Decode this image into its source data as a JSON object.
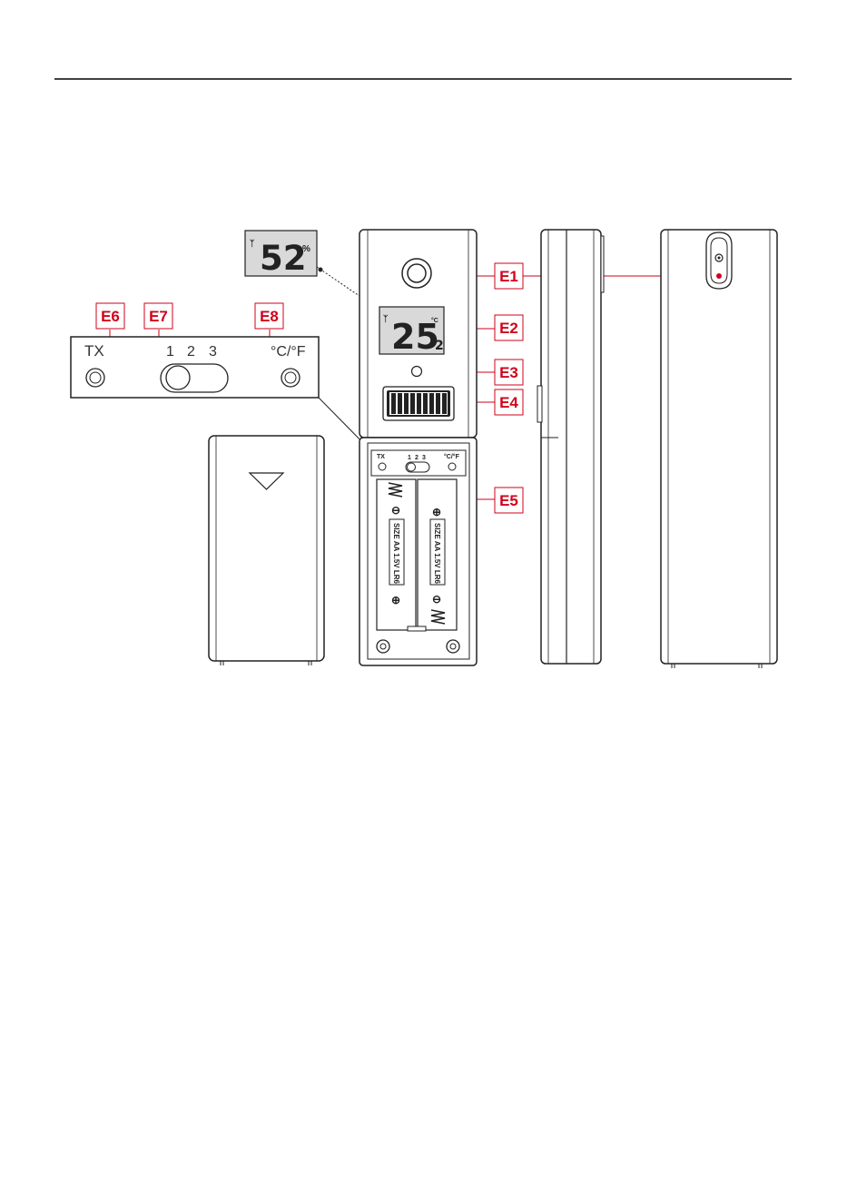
{
  "labels": {
    "e1": "E1",
    "e2": "E2",
    "e3": "E3",
    "e4": "E4",
    "e5": "E5",
    "e6": "E6",
    "e7": "E7",
    "e8": "E8"
  },
  "humidity_display": {
    "value": "52",
    "unit": "%"
  },
  "temp_display": {
    "integer": "25",
    "decimal": "2",
    "unit": "°C"
  },
  "switch_panel": {
    "tx_label": "TX",
    "channel_1": "1",
    "channel_2": "2",
    "channel_3": "3",
    "unit_label": "°C/°F"
  },
  "battery": {
    "text": "SIZE AA 1.5V LR6",
    "plus": "⊕",
    "minus": "⊖"
  },
  "colors": {
    "accent": "#d0021b",
    "outline": "#222222",
    "lcd": "#d9d9d9"
  }
}
